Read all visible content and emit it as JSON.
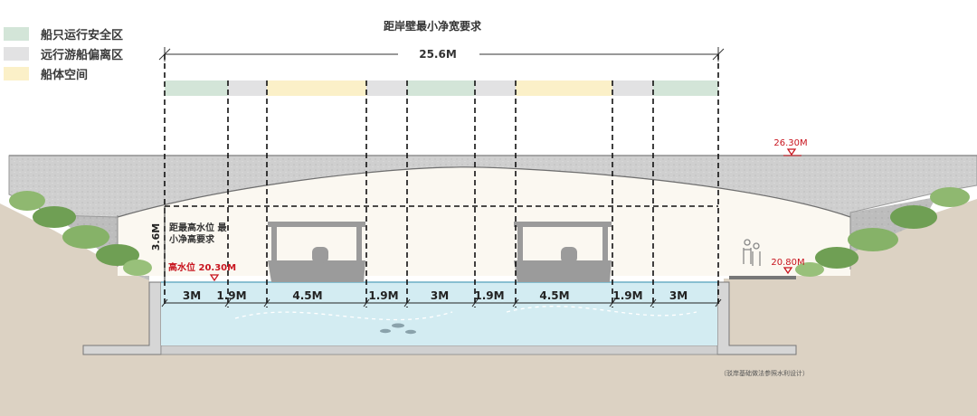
{
  "title": "距岸壁最小净宽要求",
  "total_width": "25.6M",
  "legend": [
    {
      "label": "船只运行安全区",
      "color": "#d3e5d8"
    },
    {
      "label": "远行游船偏离区",
      "color": "#e2e2e3"
    },
    {
      "label": "船体空间",
      "color": "#fbf0c8"
    }
  ],
  "segments": [
    "3M",
    "1.9M",
    "4.5M",
    "1.9M",
    "3M",
    "1.9M",
    "4.5M",
    "1.9M",
    "3M"
  ],
  "clearance": {
    "height": "3.6M",
    "label_line1": "距最高水位 最",
    "label_line2": "小净高要求"
  },
  "high_water": "高水位 20.30M",
  "elevations": {
    "deck": "26.30M",
    "bank": "20.80M"
  },
  "note": "（驳岸基础做法参照水利设计）",
  "colors": {
    "green": "#d3e5d8",
    "grey": "#e2e2e3",
    "yellow": "#fbf0c8",
    "water": "#d3ecf2",
    "ground": "#dcd2c3",
    "deck": "#cfcfcf",
    "red": "#c8141e"
  }
}
